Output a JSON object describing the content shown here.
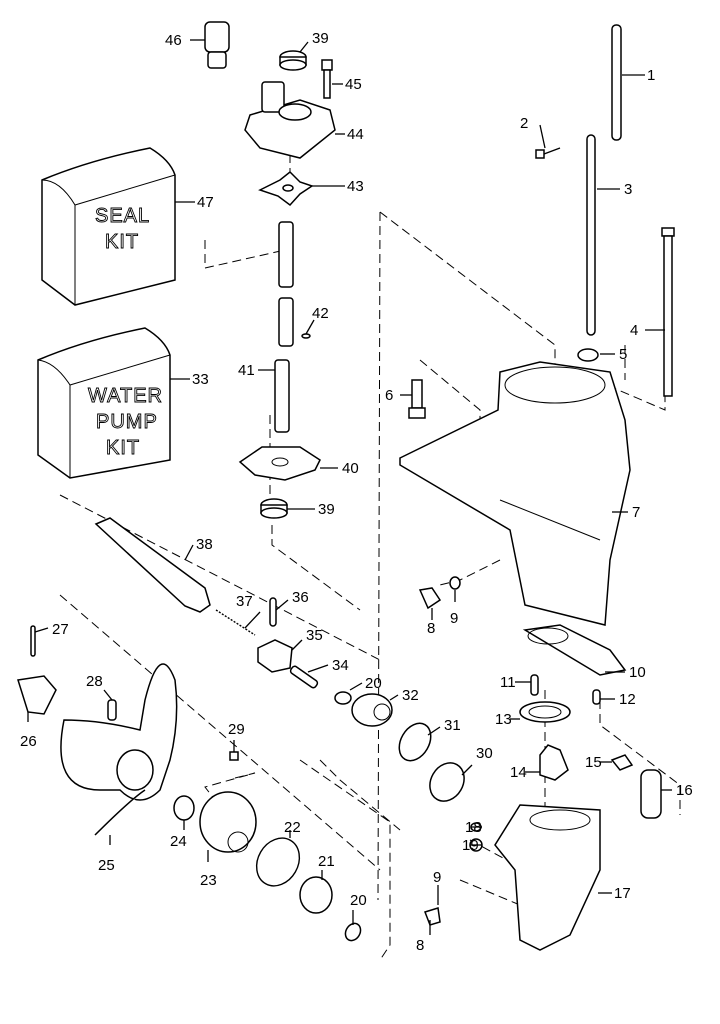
{
  "diagram": {
    "title": "Lower unit exploded parts diagram",
    "kits": {
      "seal_kit": {
        "line1": "SEAL",
        "line2": "KIT",
        "part_no": "47"
      },
      "water_pump_kit": {
        "line1": "WATER",
        "line2": "PUMP",
        "line3": "KIT",
        "part_no": "33"
      }
    },
    "labels": [
      "1",
      "2",
      "3",
      "4",
      "5",
      "6",
      "7",
      "8",
      "9",
      "10",
      "11",
      "12",
      "13",
      "14",
      "15",
      "16",
      "17",
      "18",
      "19",
      "20",
      "21",
      "22",
      "23",
      "24",
      "25",
      "26",
      "27",
      "28",
      "29",
      "30",
      "31",
      "32",
      "34",
      "35",
      "36",
      "37",
      "38",
      "39",
      "40",
      "41",
      "42",
      "43",
      "44",
      "45",
      "46",
      "39",
      "20",
      "8",
      "9"
    ]
  }
}
